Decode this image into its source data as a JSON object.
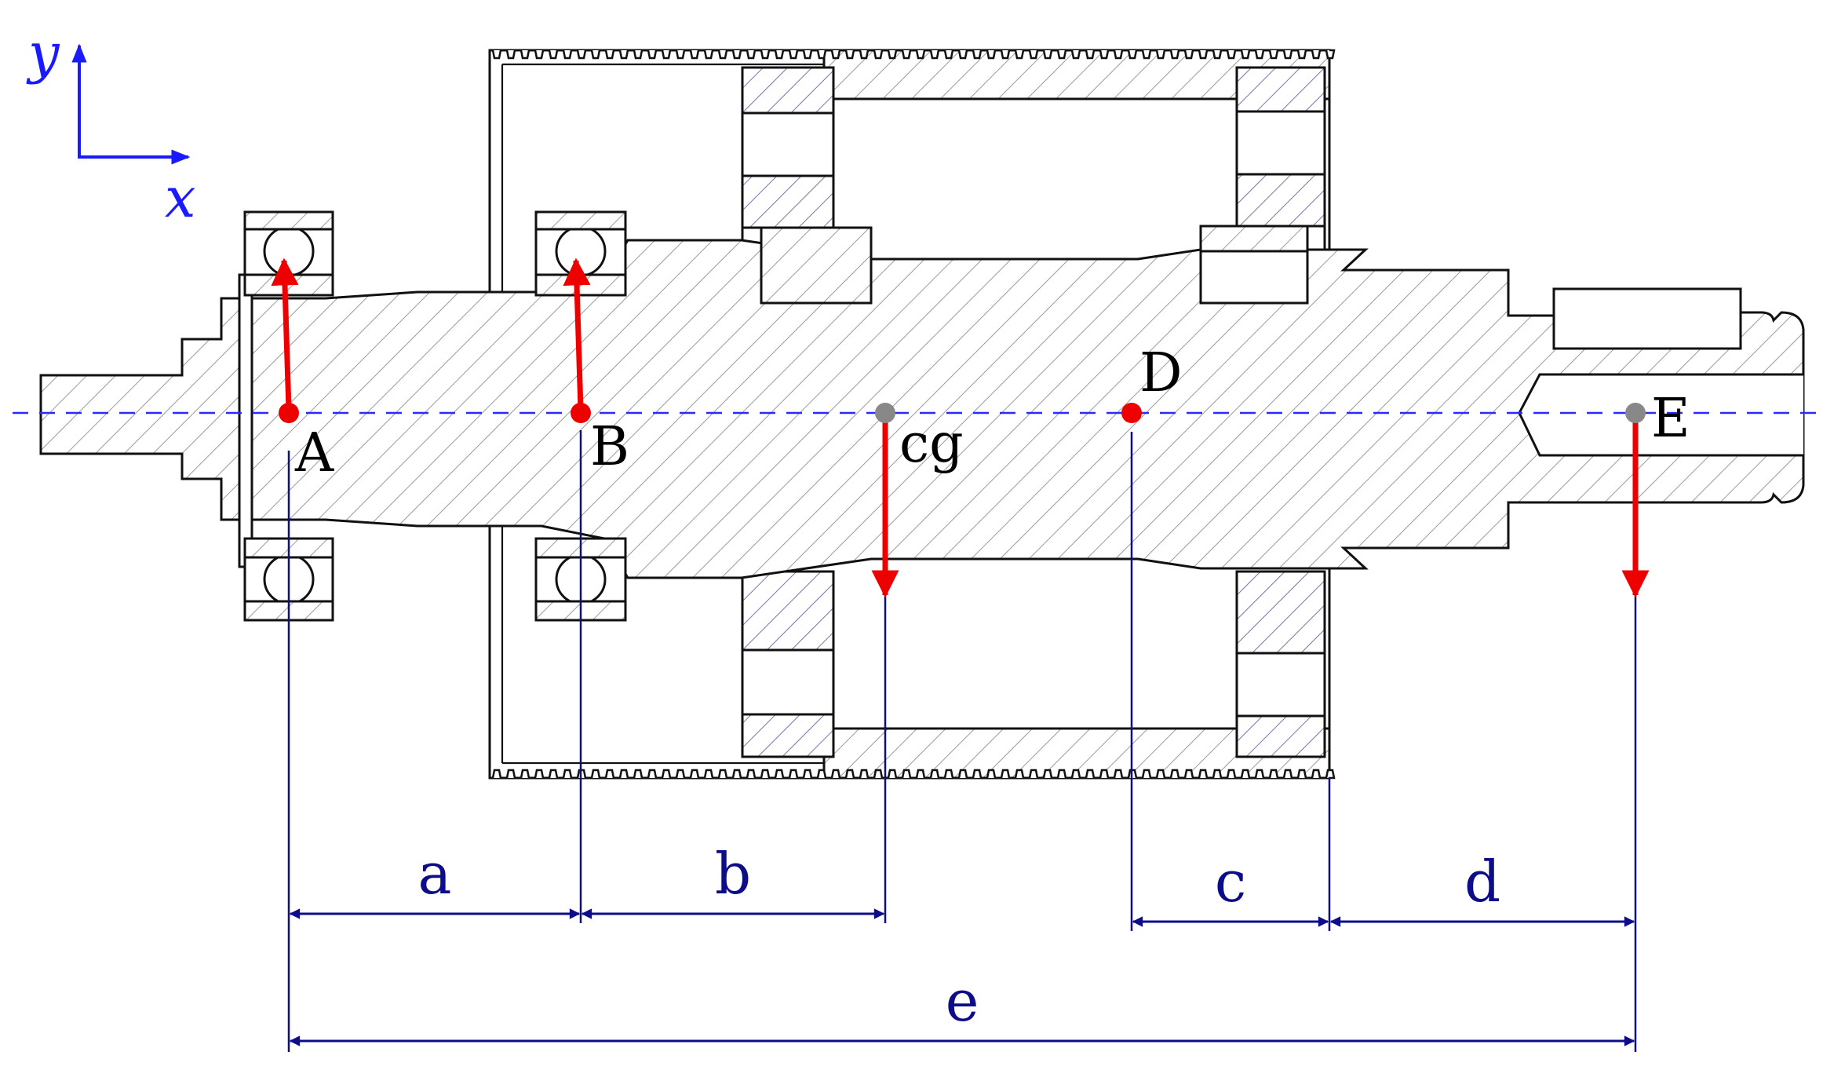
{
  "colors": {
    "axes": "#1a1aff",
    "centerline": "#2a2aff",
    "dimension": "#0d0d8a",
    "force": "#ee0000",
    "point_gray": "#888888",
    "outline": "#111111"
  },
  "axes": {
    "x_label": "x",
    "y_label": "y"
  },
  "points": [
    {
      "id": "A",
      "label": "A",
      "color": "red"
    },
    {
      "id": "B",
      "label": "B",
      "color": "red"
    },
    {
      "id": "cg",
      "label": "cg",
      "color": "gray"
    },
    {
      "id": "D",
      "label": "D",
      "color": "red"
    },
    {
      "id": "E",
      "label": "E",
      "color": "gray"
    }
  ],
  "forces": [
    {
      "at": "A",
      "direction": "up"
    },
    {
      "at": "B",
      "direction": "up"
    },
    {
      "at": "cg",
      "direction": "down"
    },
    {
      "at": "E",
      "direction": "down"
    }
  ],
  "dimensions": [
    {
      "label": "a",
      "from": "A",
      "to": "B"
    },
    {
      "label": "b",
      "from": "B",
      "to": "cg"
    },
    {
      "label": "c",
      "from": "D",
      "to": "drum right end"
    },
    {
      "label": "d",
      "from": "drum right end",
      "to": "E"
    },
    {
      "label": "e",
      "from": "A",
      "to": "E"
    }
  ]
}
